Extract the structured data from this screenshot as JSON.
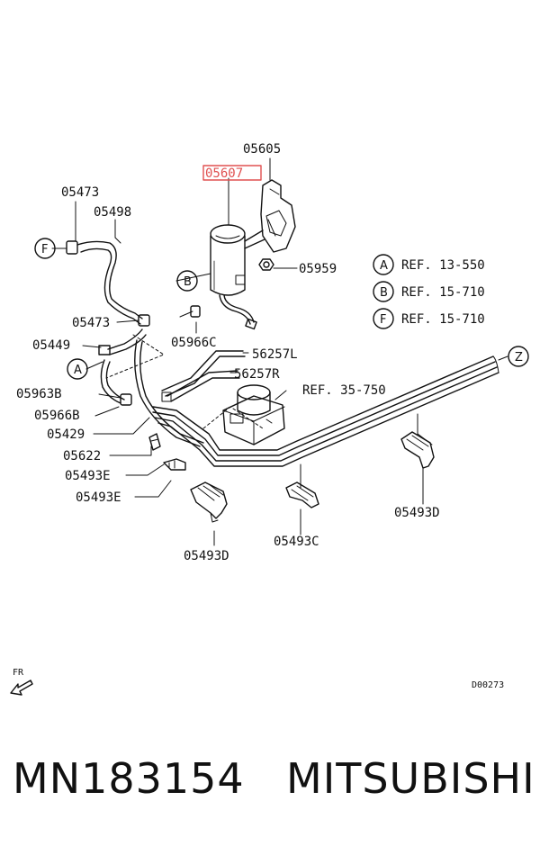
{
  "labels": {
    "p05605": "05605",
    "p05607": "05607",
    "p05473_top": "05473",
    "p05498": "05498",
    "p05959": "05959",
    "p05473_mid": "05473",
    "p05449": "05449",
    "p05966C": "05966C",
    "p56257L": "56257L",
    "p56257R": "56257R",
    "p05963B": "05963B",
    "p05966B": "05966B",
    "p05429": "05429",
    "p05622": "05622",
    "p05493E_1": "05493E",
    "p05493E_2": "05493E",
    "p05493D_right": "05493D",
    "p05493C": "05493C",
    "p05493D_bottom": "05493D",
    "ref_3575": "REF. 35-750"
  },
  "callouts": {
    "F": "F",
    "A": "A",
    "B": "B",
    "Z": "Z"
  },
  "legend": [
    {
      "letter": "A",
      "text": "REF. 13-550"
    },
    {
      "letter": "B",
      "text": "REF. 15-710"
    },
    {
      "letter": "F",
      "text": "REF. 15-710"
    }
  ],
  "fr_label": "FR",
  "diagram_code": "D00273",
  "part_number": "MN183154",
  "brand": "MITSUBISHI",
  "highlight_color": "#e05050"
}
